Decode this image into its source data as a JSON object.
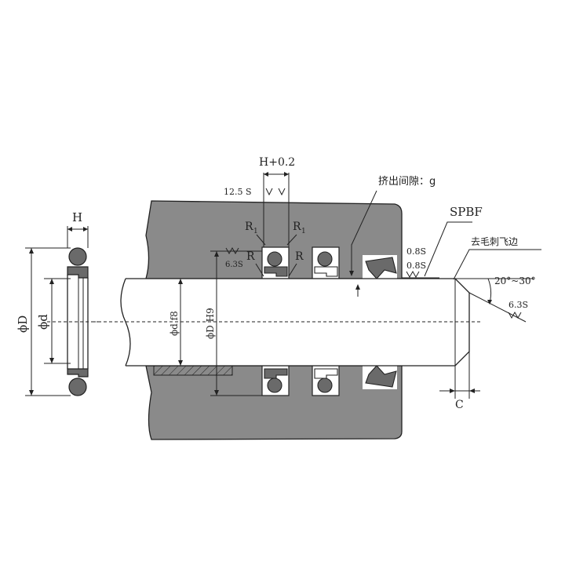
{
  "labels": {
    "H": "H",
    "phi_D_left": "ϕD",
    "phi_d_left": "ϕd",
    "H_tol": "H+0.2",
    "ra_12_5": "12.5 S",
    "R1_left": "R",
    "R1_left_sub": "1",
    "R1_right": "R",
    "R1_right_sub": "1",
    "R_left": "R",
    "R_right": "R",
    "ra_6_3_left": "6.3S",
    "phi_d_f8": "ϕd f8",
    "phi_D_H9": "ϕD H9",
    "extrusion_gap": "挤出间隙：g",
    "ra_0_8_top": "0.8S",
    "ra_0_8_bottom": "0.8S",
    "spbf": "SPBF",
    "deburr": "去毛刺飞边",
    "angle": "20°~30°",
    "ra_6_3_right": "6.3S",
    "C": "C"
  },
  "colors": {
    "housing": "#8a8a8a",
    "seal_dark": "#6a6a6a",
    "line": "#222222",
    "background": "#ffffff"
  }
}
